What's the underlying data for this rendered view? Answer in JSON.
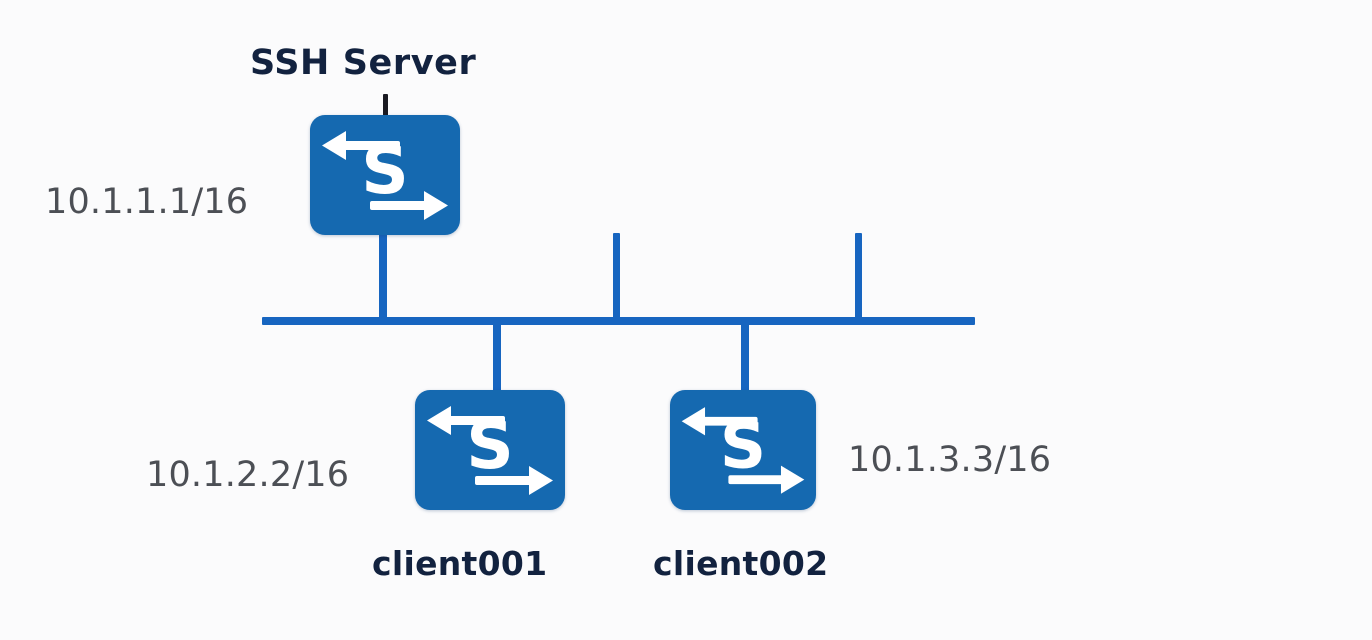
{
  "diagram": {
    "type": "network-topology",
    "background_color": "#fbfbfc",
    "link_color": "#1765c0",
    "device_color": "#1569b0",
    "label_color": "#12223f",
    "ip_label_color": "#4c4f55",
    "title": "SSH Server"
  },
  "nodes": [
    {
      "id": "ssh-server",
      "role": "server",
      "title": "SSH Server",
      "ip": "10.1.1.1/16",
      "icon": "switch-icon",
      "icon_glyph": "S"
    },
    {
      "id": "client001",
      "role": "client",
      "hostname": "client001",
      "ip": "10.1.2.2/16",
      "icon": "switch-icon",
      "icon_glyph": "S"
    },
    {
      "id": "client002",
      "role": "client",
      "hostname": "client002",
      "ip": "10.1.3.3/16",
      "icon": "switch-icon",
      "icon_glyph": "S"
    }
  ],
  "labels": {
    "ssh_server_title": "SSH Server",
    "ssh_server_ip": "10.1.1.1/16",
    "client001_ip": "10.1.2.2/16",
    "client001_hostname": "client001",
    "client002_ip": "10.1.3.3/16",
    "client002_hostname": "client002"
  },
  "bus": {
    "name": "ethernet-bus",
    "unused_port_count": 2
  }
}
